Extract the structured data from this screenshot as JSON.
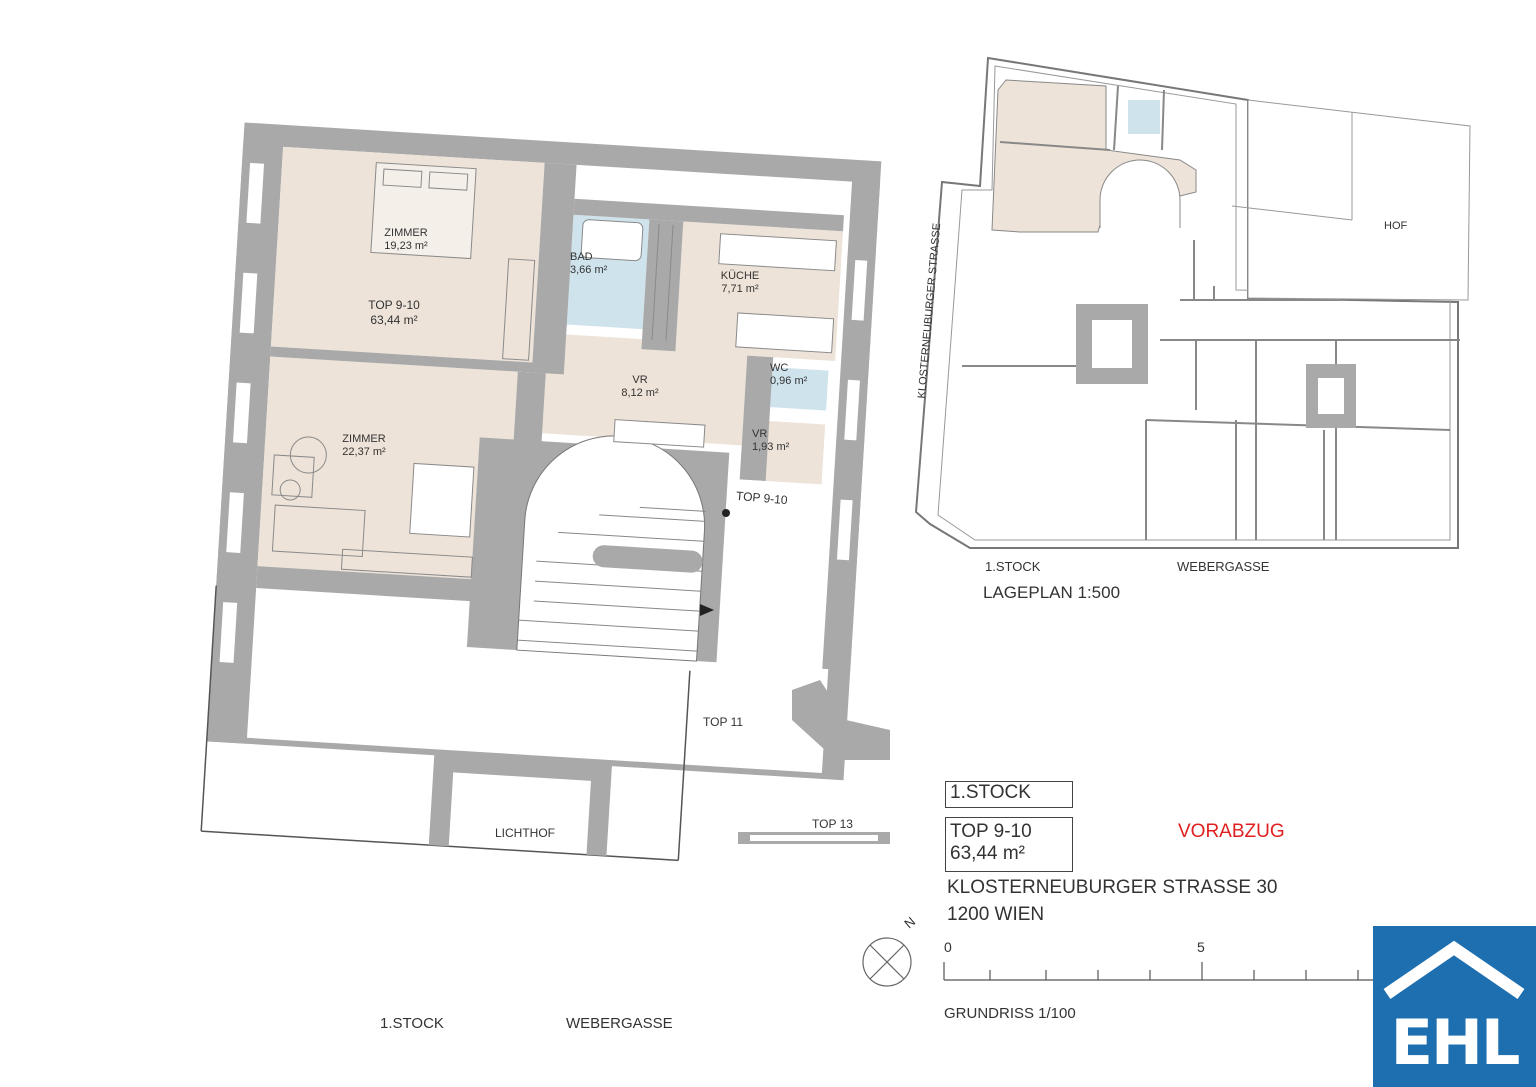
{
  "rooms": {
    "zimmer1": {
      "name": "ZIMMER",
      "area": "19,23 m²"
    },
    "bad": {
      "name": "BAD",
      "area": "3,66 m²"
    },
    "kueche": {
      "name": "KÜCHE",
      "area": "7,71 m²"
    },
    "top_label": {
      "name": "TOP 9-10",
      "area": "63,44 m²"
    },
    "wc": {
      "name": "WC",
      "area": "0,96 m²"
    },
    "vr1": {
      "name": "VR",
      "area": "8,12 m²"
    },
    "vr2": {
      "name": "VR",
      "area": "1,93 m²"
    },
    "zimmer2": {
      "name": "ZIMMER",
      "area": "22,37 m²"
    }
  },
  "plan_labels": {
    "stair_top": "TOP 9-10",
    "top11": "TOP 11",
    "top13": "TOP 13",
    "lichthof": "LICHTHOF",
    "floor": "1.STOCK",
    "street_bottom": "WEBERGASSE"
  },
  "site_plan": {
    "street_side": "KLOSTERNEUBURGER STRASSE",
    "street_bottom": "WEBERGASSE",
    "floor": "1.STOCK",
    "hof": "HOF",
    "scale": "LAGEPLAN 1:500"
  },
  "title_block": {
    "floor": "1.STOCK",
    "unit": "TOP 9-10",
    "area": "63,44 m²",
    "address_line1": "KLOSTERNEUBURGER STRASSE 30",
    "address_line2": "1200 WIEN",
    "stamp": "VORABZUG",
    "scale_0": "0",
    "scale_5": "5",
    "scale_label": "GRUNDRISS 1/100",
    "north": "N"
  },
  "logo": {
    "text": "EHL",
    "color": "#1e6fb0"
  },
  "colors": {
    "room_fill": "#ede3d8",
    "wet_fill": "#cfe3ec",
    "wall": "#a9a9a9"
  }
}
